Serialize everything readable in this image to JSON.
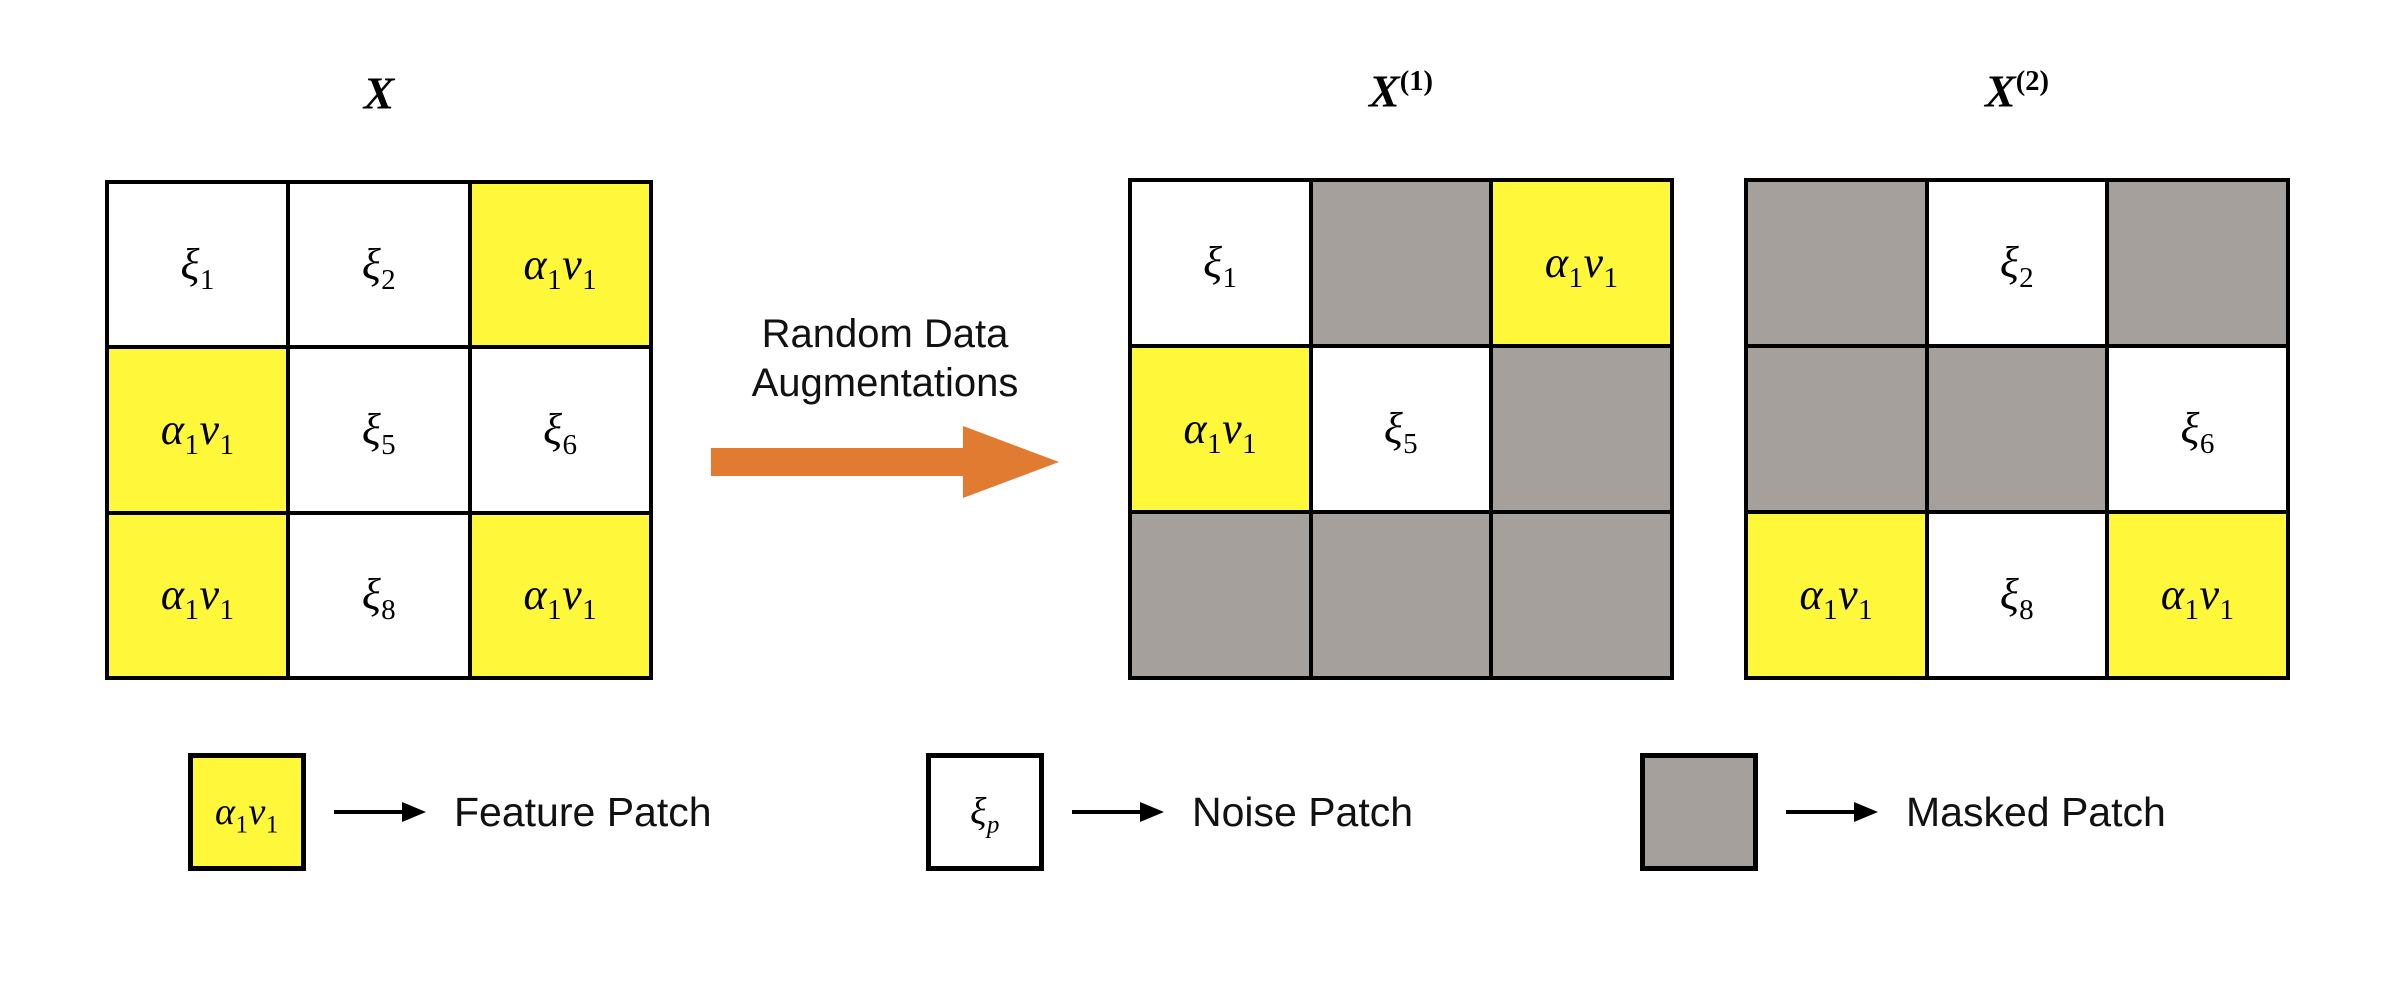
{
  "colors": {
    "feature_patch": "#FFF83A",
    "masked_patch": "#A6A09C",
    "noise_patch": "#FFFFFF",
    "arrow": "#E07B31",
    "border": "#000000",
    "background": "#FFFFFF"
  },
  "labels": {
    "feature": "α",
    "feature_sub": "1",
    "feature_v": "v",
    "feature_v_sub": "1",
    "noise": "ξ"
  },
  "diagram": {
    "augmentation": {
      "caption": "Random Data\nAugmentations",
      "arrow_direction": "right",
      "arrow_color": "#E07B31"
    },
    "blocks": [
      {
        "id": "original",
        "title": "X",
        "title_sup": "",
        "cells": [
          {
            "type": "noise",
            "label": "ξ",
            "sub": "1"
          },
          {
            "type": "noise",
            "label": "ξ",
            "sub": "2"
          },
          {
            "type": "feature",
            "label": "α",
            "sub": "1",
            "label2": "v",
            "sub2": "1"
          },
          {
            "type": "feature",
            "label": "α",
            "sub": "1",
            "label2": "v",
            "sub2": "1"
          },
          {
            "type": "noise",
            "label": "ξ",
            "sub": "5"
          },
          {
            "type": "noise",
            "label": "ξ",
            "sub": "6"
          },
          {
            "type": "feature",
            "label": "α",
            "sub": "1",
            "label2": "v",
            "sub2": "1"
          },
          {
            "type": "noise",
            "label": "ξ",
            "sub": "8"
          },
          {
            "type": "feature",
            "label": "α",
            "sub": "1",
            "label2": "v",
            "sub2": "1"
          }
        ]
      },
      {
        "id": "view1",
        "title": "X",
        "title_sup": "(1)",
        "cells": [
          {
            "type": "noise",
            "label": "ξ",
            "sub": "1"
          },
          {
            "type": "masked",
            "label": "",
            "sub": ""
          },
          {
            "type": "feature",
            "label": "α",
            "sub": "1",
            "label2": "v",
            "sub2": "1"
          },
          {
            "type": "feature",
            "label": "α",
            "sub": "1",
            "label2": "v",
            "sub2": "1"
          },
          {
            "type": "noise",
            "label": "ξ",
            "sub": "5"
          },
          {
            "type": "masked",
            "label": "",
            "sub": ""
          },
          {
            "type": "masked",
            "label": "",
            "sub": ""
          },
          {
            "type": "masked",
            "label": "",
            "sub": ""
          },
          {
            "type": "masked",
            "label": "",
            "sub": ""
          }
        ]
      },
      {
        "id": "view2",
        "title": "X",
        "title_sup": "(2)",
        "cells": [
          {
            "type": "masked",
            "label": "",
            "sub": ""
          },
          {
            "type": "noise",
            "label": "ξ",
            "sub": "2"
          },
          {
            "type": "masked",
            "label": "",
            "sub": ""
          },
          {
            "type": "masked",
            "label": "",
            "sub": ""
          },
          {
            "type": "masked",
            "label": "",
            "sub": ""
          },
          {
            "type": "noise",
            "label": "ξ",
            "sub": "6"
          },
          {
            "type": "feature",
            "label": "α",
            "sub": "1",
            "label2": "v",
            "sub2": "1"
          },
          {
            "type": "noise",
            "label": "ξ",
            "sub": "8"
          },
          {
            "type": "feature",
            "label": "α",
            "sub": "1",
            "label2": "v",
            "sub2": "1"
          }
        ]
      }
    ],
    "legend": [
      {
        "id": "feature",
        "swatch_type": "feature",
        "swatch_label": "α",
        "swatch_sub": "1",
        "swatch_label2": "v",
        "swatch_sub2": "1",
        "text": "Feature Patch"
      },
      {
        "id": "noise",
        "swatch_type": "noise",
        "swatch_label": "ξ",
        "swatch_sub": "p",
        "swatch_label2": "",
        "swatch_sub2": "",
        "text": "Noise Patch"
      },
      {
        "id": "masked",
        "swatch_type": "masked",
        "swatch_label": "",
        "swatch_sub": "",
        "swatch_label2": "",
        "swatch_sub2": "",
        "text": "Masked Patch"
      }
    ]
  }
}
